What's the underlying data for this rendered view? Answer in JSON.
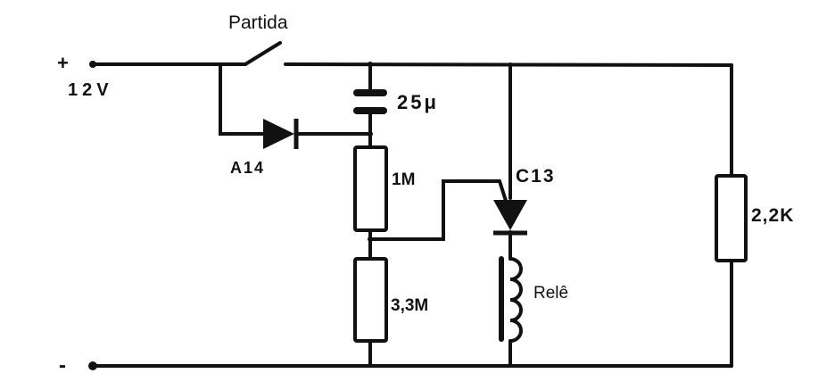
{
  "labels": {
    "switch": "Partida",
    "plus": "+",
    "minus": "-",
    "voltage": "12V",
    "capacitor": "25μ",
    "diode": "A14",
    "r1": "1M",
    "r2": "3,3M",
    "scr": "C13",
    "relay": "Relê",
    "r3": "2,2K"
  },
  "colors": {
    "ink": "#111111",
    "background": "#ffffff"
  }
}
